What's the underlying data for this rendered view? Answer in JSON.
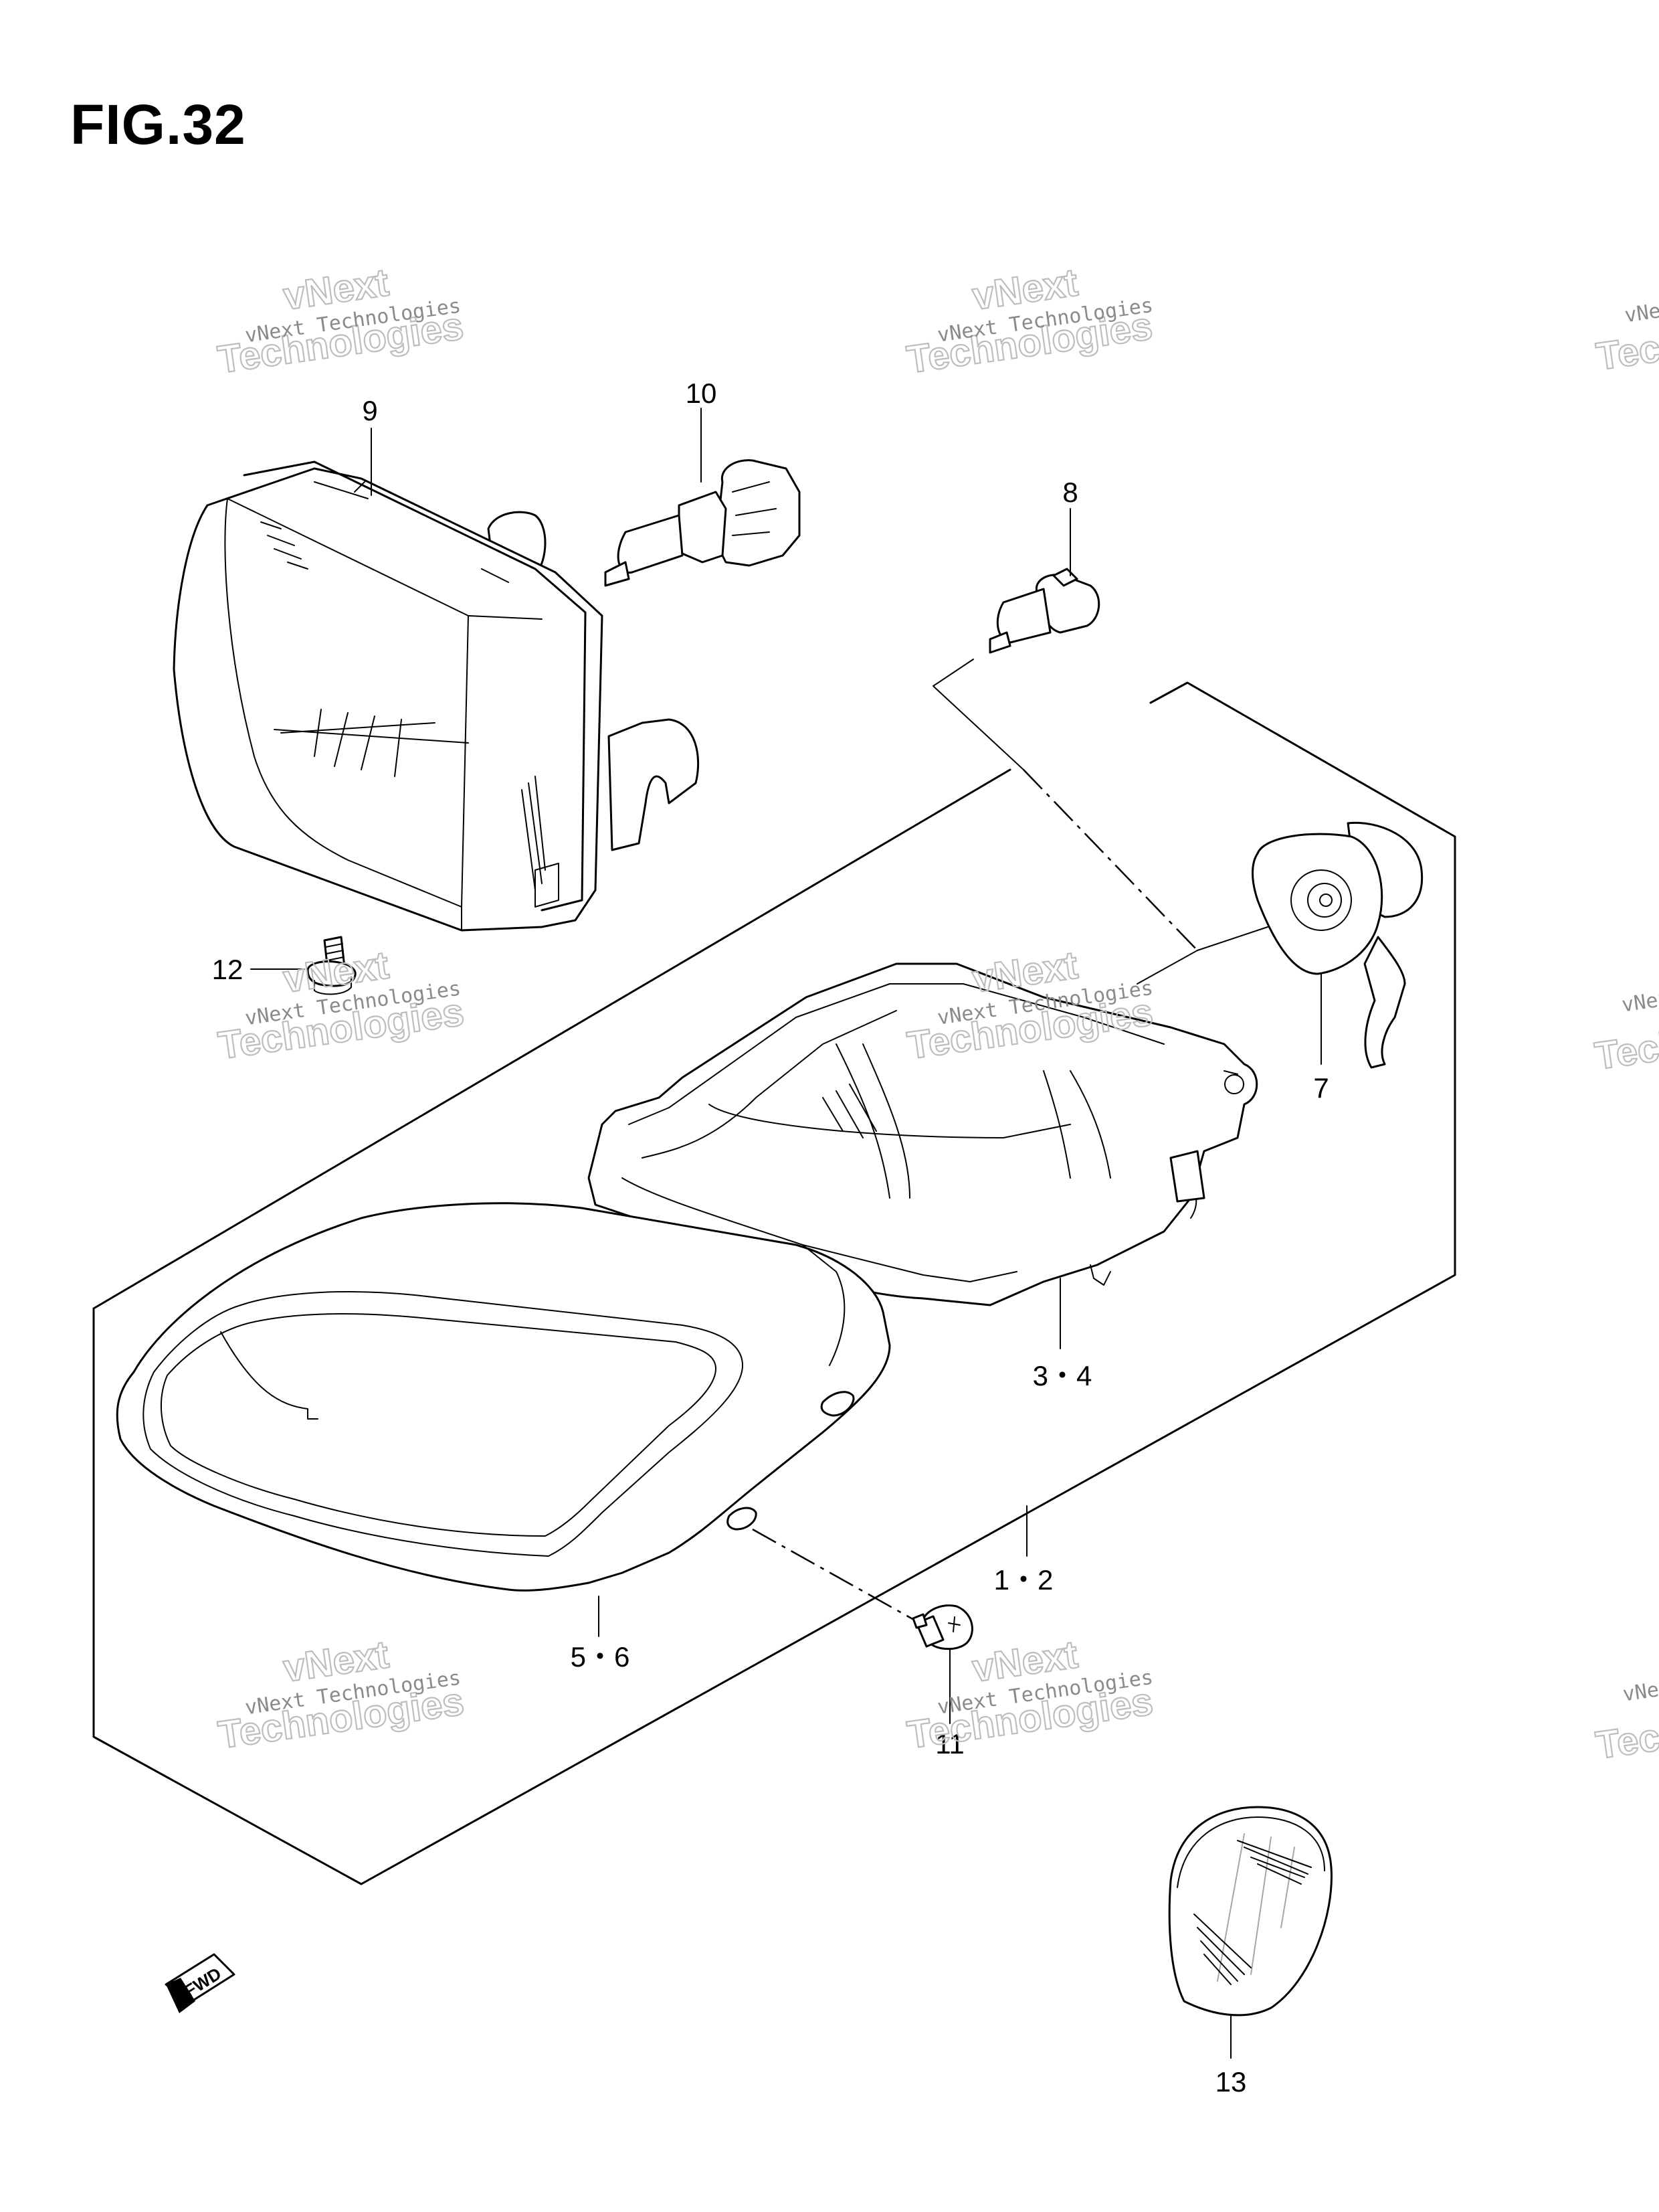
{
  "figure": {
    "title": "FIG.32"
  },
  "watermark": {
    "line1": "vNext Technologies",
    "line2": "vNext",
    "line3": "Technologies"
  },
  "callouts": {
    "p9": "9",
    "p10": "10",
    "p8": "8",
    "p12": "12",
    "p7": "7",
    "p34": "3・4",
    "p12b": "1・2",
    "p56": "5・6",
    "p11": "11",
    "p13": "13"
  },
  "fwd_label": "FWD"
}
